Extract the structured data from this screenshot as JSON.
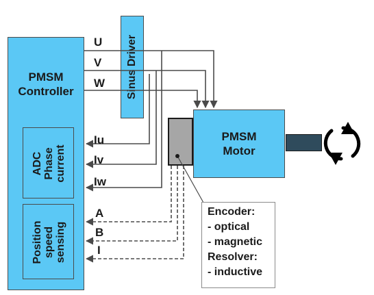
{
  "controller": {
    "line1": "PMSM",
    "line2": "Controller"
  },
  "driver": {
    "label": "Sinus Driver"
  },
  "adc": {
    "line1": "ADC",
    "line2": "Phase",
    "line3": "current"
  },
  "position": {
    "line1": "Position",
    "line2": "speed",
    "line3": "sensing"
  },
  "motor": {
    "line1": "PMSM",
    "line2": "Motor"
  },
  "signals": {
    "u": "U",
    "v": "V",
    "w": "W",
    "iu": "Iu",
    "iv": "Iv",
    "iw": "Iw",
    "a": "A",
    "b": "B",
    "i": "I"
  },
  "legend": {
    "l1": "Encoder:",
    "l2": "- optical",
    "l3": "- magnetic",
    "l4": "Resolver:",
    "l5": "- inductive"
  },
  "colors": {
    "block_fill": "#5bc8f5",
    "line": "#4a4a4a",
    "sensor_fill": "#a6a6a6",
    "shaft_fill": "#2f4b5c"
  },
  "icons": {
    "rotation": "rotation-arrows-icon"
  }
}
